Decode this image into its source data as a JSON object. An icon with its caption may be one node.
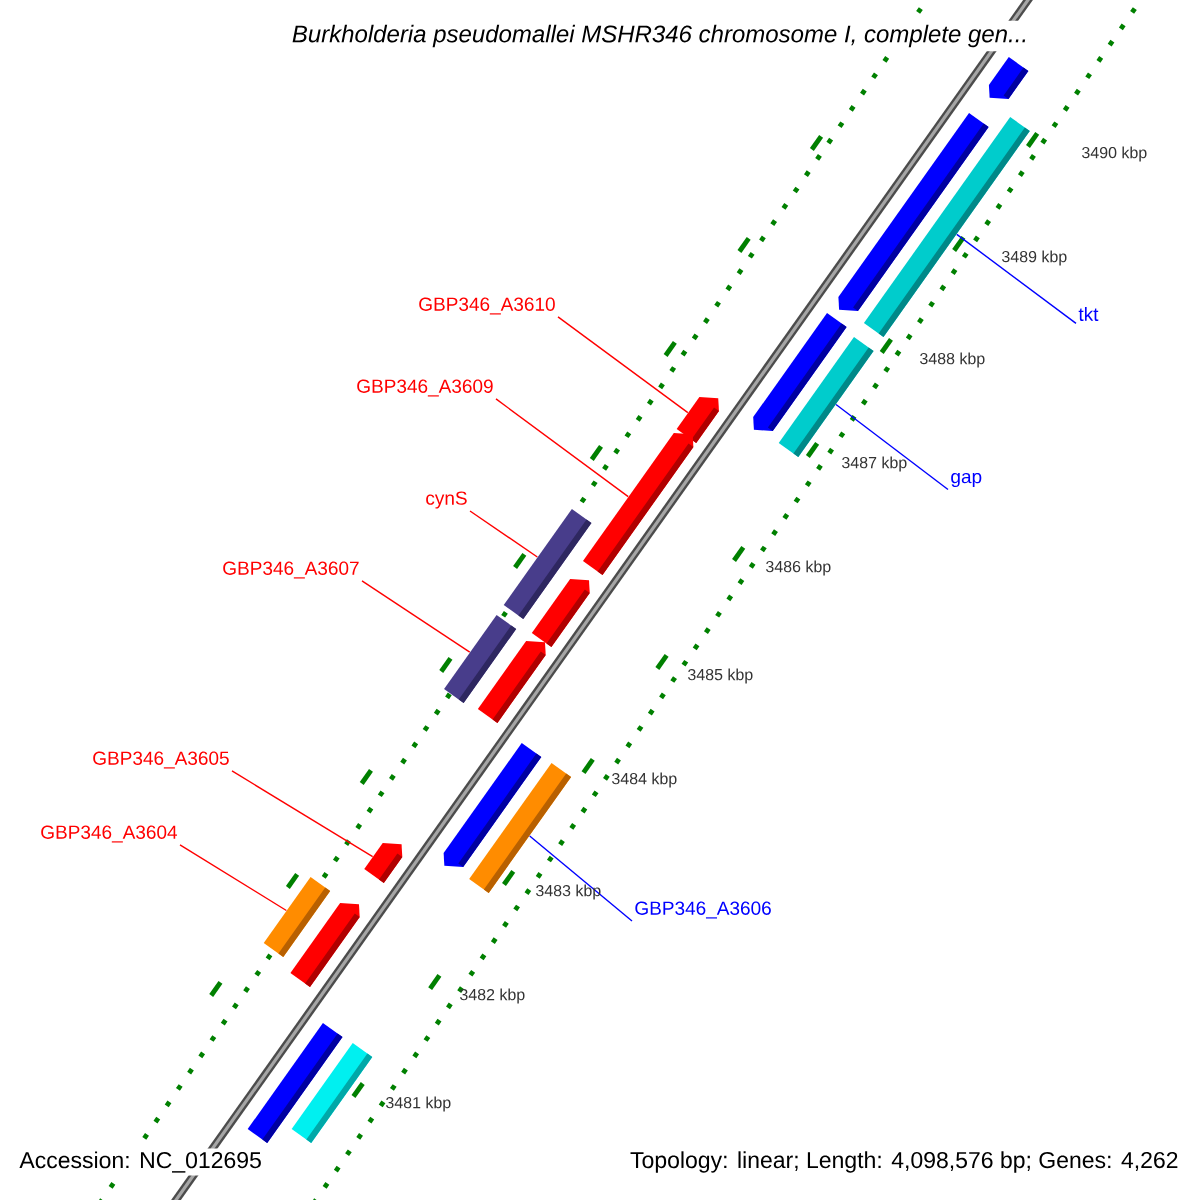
{
  "diagram": {
    "title": "Burkholderia pseudomallei MSHR346 chromosome I, complete gen...",
    "nodes": [
      {
        "text": [
          "GBP346_A3610"
        ]
      },
      {
        "text": [
          "GBP346_A3609"
        ]
      },
      {
        "text": [
          "cynS"
        ]
      },
      {
        "text": [
          "GBP346_A3607"
        ]
      },
      {
        "text": [
          "GBP346_A3605"
        ]
      },
      {
        "text": [
          "GBP346_A3604"
        ]
      },
      {
        "text": [
          "tkt"
        ]
      },
      {
        "text": [
          "gap"
        ]
      },
      {
        "text": [
          "GBP346_A3606"
        ]
      },
      {
        "text": [],
        "shape": "bar"
      },
      {
        "text": [],
        "shape": "bar"
      },
      {
        "text": [],
        "shape": "bar"
      },
      {
        "text": [],
        "shape": "bar"
      },
      {
        "text": [],
        "shape": "bar"
      },
      {
        "text": [],
        "shape": "bar"
      },
      {
        "text": [],
        "shape": "bar"
      },
      {
        "text": [],
        "shape": "bar"
      },
      {
        "text": [],
        "shape": "bar"
      },
      {
        "text": [],
        "shape": "bar"
      },
      {
        "text": [],
        "shape": "bar"
      },
      {
        "text": [],
        "shape": "bar"
      },
      {
        "text": [],
        "shape": "bar"
      },
      {
        "text": [],
        "shape": "bar"
      },
      {
        "text": [],
        "shape": "bar"
      },
      {
        "text": [],
        "shape": "bar"
      },
      {
        "text": [],
        "shape": "bar"
      },
      {
        "text": [],
        "shape": "bar"
      }
    ],
    "edges": [
      {
        "from": 0,
        "to": 14,
        "arrow": "none"
      },
      {
        "from": 1,
        "to": 15,
        "arrow": "none"
      },
      {
        "from": 2,
        "to": 16,
        "arrow": "none"
      },
      {
        "from": 3,
        "to": 18,
        "arrow": "none"
      },
      {
        "from": 4,
        "to": 22,
        "arrow": "none"
      },
      {
        "from": 5,
        "to": 23,
        "arrow": "none"
      },
      {
        "from": 6,
        "to": 11,
        "arrow": "none",
        "color": "#0000ff"
      },
      {
        "from": 7,
        "to": 13,
        "arrow": "none",
        "color": "#0000ff"
      },
      {
        "from": 8,
        "to": 21,
        "arrow": "none",
        "color": "#0000ff"
      }
    ],
    "labels": [
      "3490 kbp",
      "3489 kbp",
      "3488 kbp",
      "3487 kbp",
      "3486 kbp",
      "3485 kbp",
      "3484 kbp",
      "3483 kbp",
      "3482 kbp",
      "3481 kbp",
      "Accession: NC_012695",
      "Topology: linear; Length: 4,098,576 bp; Genes: 4,262"
    ]
  }
}
